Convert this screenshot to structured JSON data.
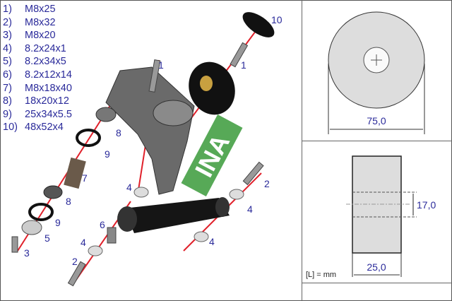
{
  "parts_list": [
    {
      "num": "1)",
      "spec": "M8x25"
    },
    {
      "num": "2)",
      "spec": "M8x32"
    },
    {
      "num": "3)",
      "spec": "M8x20"
    },
    {
      "num": "4)",
      "spec": "8.2x24x1"
    },
    {
      "num": "5)",
      "spec": "8.2x34x5"
    },
    {
      "num": "6)",
      "spec": "8.2x12x14"
    },
    {
      "num": "7)",
      "spec": "M8x18x40"
    },
    {
      "num": "8)",
      "spec": "18x20x12"
    },
    {
      "num": "9)",
      "spec": "25x34x5.5"
    },
    {
      "num": "10)",
      "spec": "48x52x4"
    }
  ],
  "callouts": [
    "10",
    "1",
    "1",
    "8",
    "9",
    "7",
    "8",
    "9",
    "5",
    "3",
    "4",
    "2",
    "4",
    "6",
    "4",
    "4",
    "2"
  ],
  "front_view": {
    "diameter": "75,0"
  },
  "side_view": {
    "bore": "17,0",
    "width": "25,0",
    "unit_note": "[L] = mm"
  },
  "logo": "INA",
  "colors": {
    "text": "#2a2a9a",
    "axis_line": "#e0202a",
    "logo_green": "#3a9a3a"
  }
}
